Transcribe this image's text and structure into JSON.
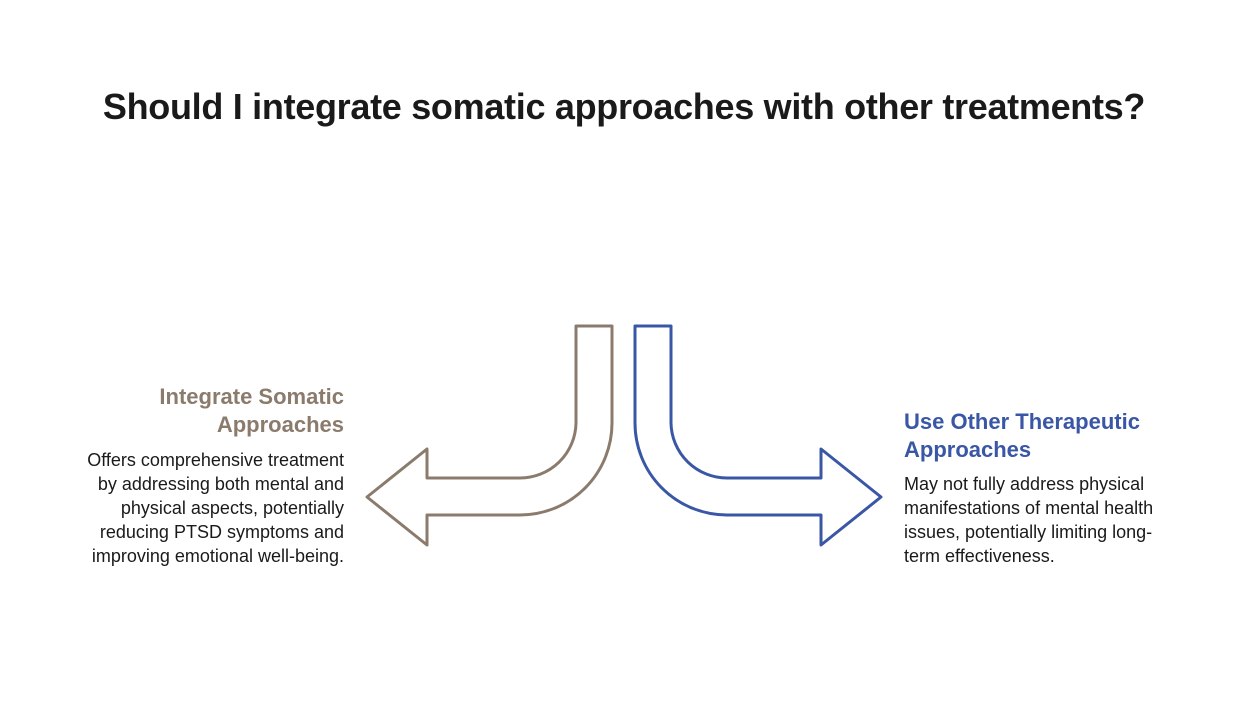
{
  "title": "Should I integrate somatic approaches with other treatments?",
  "colors": {
    "left": "#8b7b6c",
    "right": "#3a57a6"
  },
  "options": [
    {
      "heading": "Integrate Somatic Approaches",
      "description": "Offers comprehensive treatment by addressing both mental and physical aspects, potentially reducing PTSD symptoms and improving emotional well-being."
    },
    {
      "heading": "Use Other Therapeutic Approaches",
      "description": "May not fully address physical manifestations of mental health issues, potentially limiting long-term effectiveness."
    }
  ]
}
